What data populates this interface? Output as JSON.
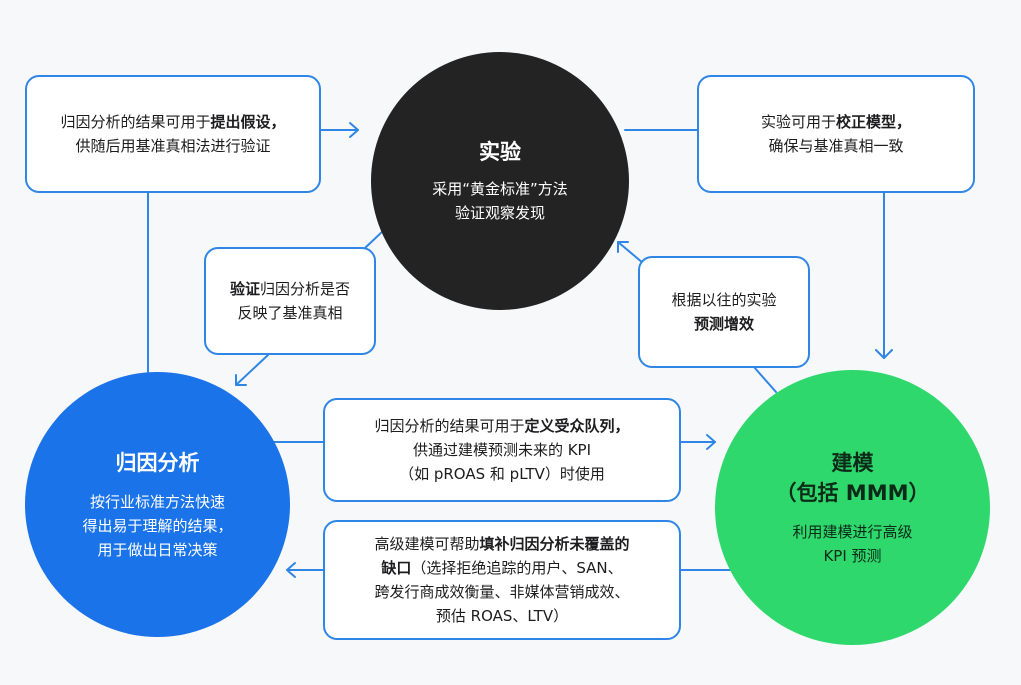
{
  "colors": {
    "background": "#f6f8fa",
    "line": "#2f86e6",
    "experiment": "#232323",
    "attribution": "#1a73e8",
    "modeling": "#2fd86c"
  },
  "nodes": {
    "experiment": {
      "title": "实验",
      "desc": [
        "采用“黄金标准”方法",
        "验证观察发现"
      ]
    },
    "attribution": {
      "title": "归因分析",
      "desc": [
        "按行业标准方法快速",
        "得出易于理解的结果，",
        "用于做出日常决策"
      ]
    },
    "modeling": {
      "title": [
        "建模",
        "（包括 MMM）"
      ],
      "desc": [
        "利用建模进行高级",
        "KPI 预测"
      ]
    }
  },
  "boxes": {
    "hypothesis": {
      "l1a": "归因分析的结果可用于",
      "l1b": "提出假设，",
      "l2": "供随后用基准真相法进行验证"
    },
    "calibrate": {
      "l1a": "实验可用于",
      "l1b": "校正模型，",
      "l2": "确保与基准真相一致"
    },
    "verify": {
      "l1a": "验证",
      "l1b": "归因分析是否",
      "l2": "反映了基准真相"
    },
    "predict": {
      "l1": "根据以往的实验",
      "l2": "预测增效"
    },
    "audience": {
      "l1a": "归因分析的结果可用于",
      "l1b": "定义受众队列，",
      "l2": "供通过建模预测未来的 KPI",
      "l3": "（如 pROAS 和 pLTV）时使用"
    },
    "gap": {
      "l1a": "高级建模可帮助",
      "l1b": "填补归因分析未覆盖的",
      "l2a": "缺口",
      "l2b": "（选择拒绝追踪的用户、SAN、",
      "l3": "跨发行商成效衡量、非媒体营销成效、",
      "l4": "预估 ROAS、LTV）"
    }
  }
}
